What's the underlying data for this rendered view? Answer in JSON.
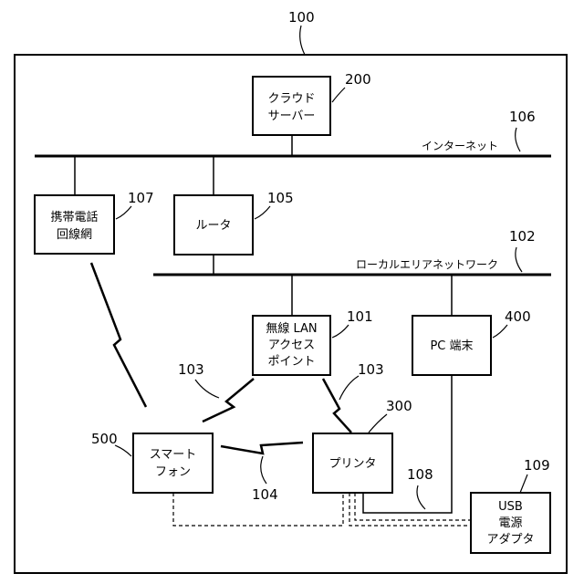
{
  "figure_ref": "100",
  "networks": {
    "internet": {
      "label": "インターネット",
      "ref": "106"
    },
    "lan": {
      "label": "ローカルエリアネットワーク",
      "ref": "102"
    }
  },
  "nodes": {
    "cloud_server": {
      "lines": [
        "クラウド",
        "サーバー"
      ],
      "ref": "200"
    },
    "mobile_network": {
      "lines": [
        "携帯電話",
        "回線網"
      ],
      "ref": "107"
    },
    "router": {
      "lines": [
        "ルータ"
      ],
      "ref": "105"
    },
    "access_point": {
      "lines": [
        "無線 LAN",
        "アクセス",
        "ポイント"
      ],
      "ref": "101"
    },
    "pc": {
      "lines": [
        "PC 端末"
      ],
      "ref": "400"
    },
    "smartphone": {
      "lines": [
        "スマート",
        "フォン"
      ],
      "ref": "500"
    },
    "printer": {
      "lines": [
        "プリンタ"
      ],
      "ref": "300"
    },
    "usb_adapter": {
      "lines": [
        "USB",
        "電源",
        "アダプタ"
      ],
      "ref": "109"
    }
  },
  "links": {
    "ap_smartphone": "103",
    "ap_printer": "103",
    "smartphone_printer": "104",
    "pc_printer": "108"
  }
}
